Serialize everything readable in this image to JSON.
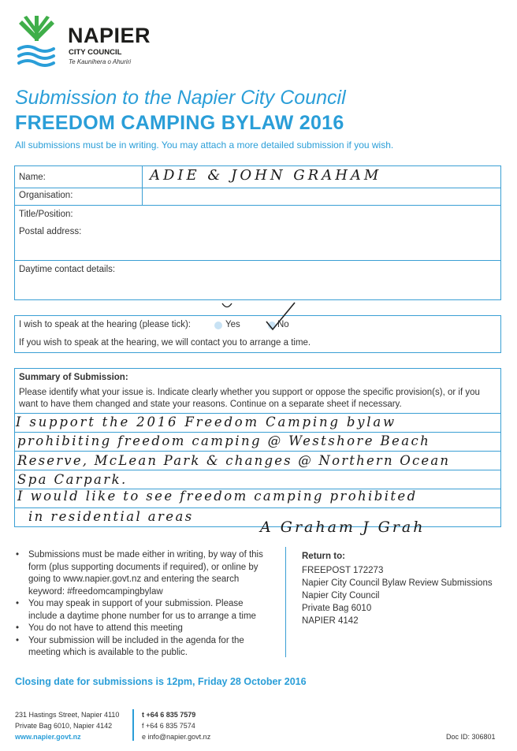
{
  "logo": {
    "name": "NAPIER",
    "council": "CITY COUNCIL",
    "maori": "Te Kaunihera o Ahuriri"
  },
  "heading": {
    "line1": "Submission to the Napier City Council",
    "line2": "FREEDOM CAMPING BYLAW 2016",
    "subtitle": "All submissions must be in writing.  You may attach a more detailed submission if you wish."
  },
  "form": {
    "name_label": "Name:",
    "name_value": "ADIE & JOHN GRAHAM",
    "organisation_label": "Organisation:",
    "title_label": "Title/Position:",
    "postal_label": "Postal address:",
    "daytime_label": "Daytime contact details:"
  },
  "hearing": {
    "question": "I wish to speak at the hearing (please tick):",
    "yes_label": "Yes",
    "no_label": "No",
    "note": "If you wish to speak at the hearing, we will contact you to arrange a time."
  },
  "summary": {
    "title": "Summary of Submission:",
    "instructions": "Please identify what your issue is. Indicate clearly whether you support or oppose the specific provision(s), or if you want to have them changed and state your reasons. Continue on a separate sheet if necessary.",
    "handwritten_lines": [
      "I  support  the  2016  Freedom  Camping  bylaw",
      "prohibiting  freedom  camping  @  Westshore  Beach",
      "Reserve,  McLean  Park  &  changes  @  Northern  Ocean",
      "Spa  Carpark.",
      "I  would  like  to  see  freedom  camping  prohibited",
      "in  residential  areas"
    ],
    "signature": "A Graham   J Grah"
  },
  "notes": [
    "Submissions must be made either in writing, by way of this form (plus supporting documents if required), or online by going to www.napier.govt.nz and entering the search keyword: #freedomcampingbylaw",
    "You may speak in support of your submission. Please include a daytime phone number for us to arrange a time",
    "You do not have to attend this meeting",
    "Your submission will be included in the agenda for the meeting which is available to the public."
  ],
  "return_to": {
    "title": "Return to:",
    "lines": [
      "FREEPOST 172273",
      "Napier City Council Bylaw Review Submissions",
      "Napier City Council",
      "Private Bag 6010",
      "NAPIER 4142"
    ]
  },
  "closing": "Closing date for submissions is 12pm, Friday 28 October 2016",
  "footer": {
    "address1": "231 Hastings Street, Napier 4110",
    "address2": "Private Bag 6010, Napier 4142",
    "website": "www.napier.govt.nz",
    "phone1": "t +64 6 835 7579",
    "phone2": "f +64 6 835 7574",
    "email": "e info@napier.govt.nz",
    "doc_id": "Doc ID: 306801"
  },
  "colors": {
    "brand_blue": "#2a9ed8",
    "brand_green": "#3fae49"
  }
}
